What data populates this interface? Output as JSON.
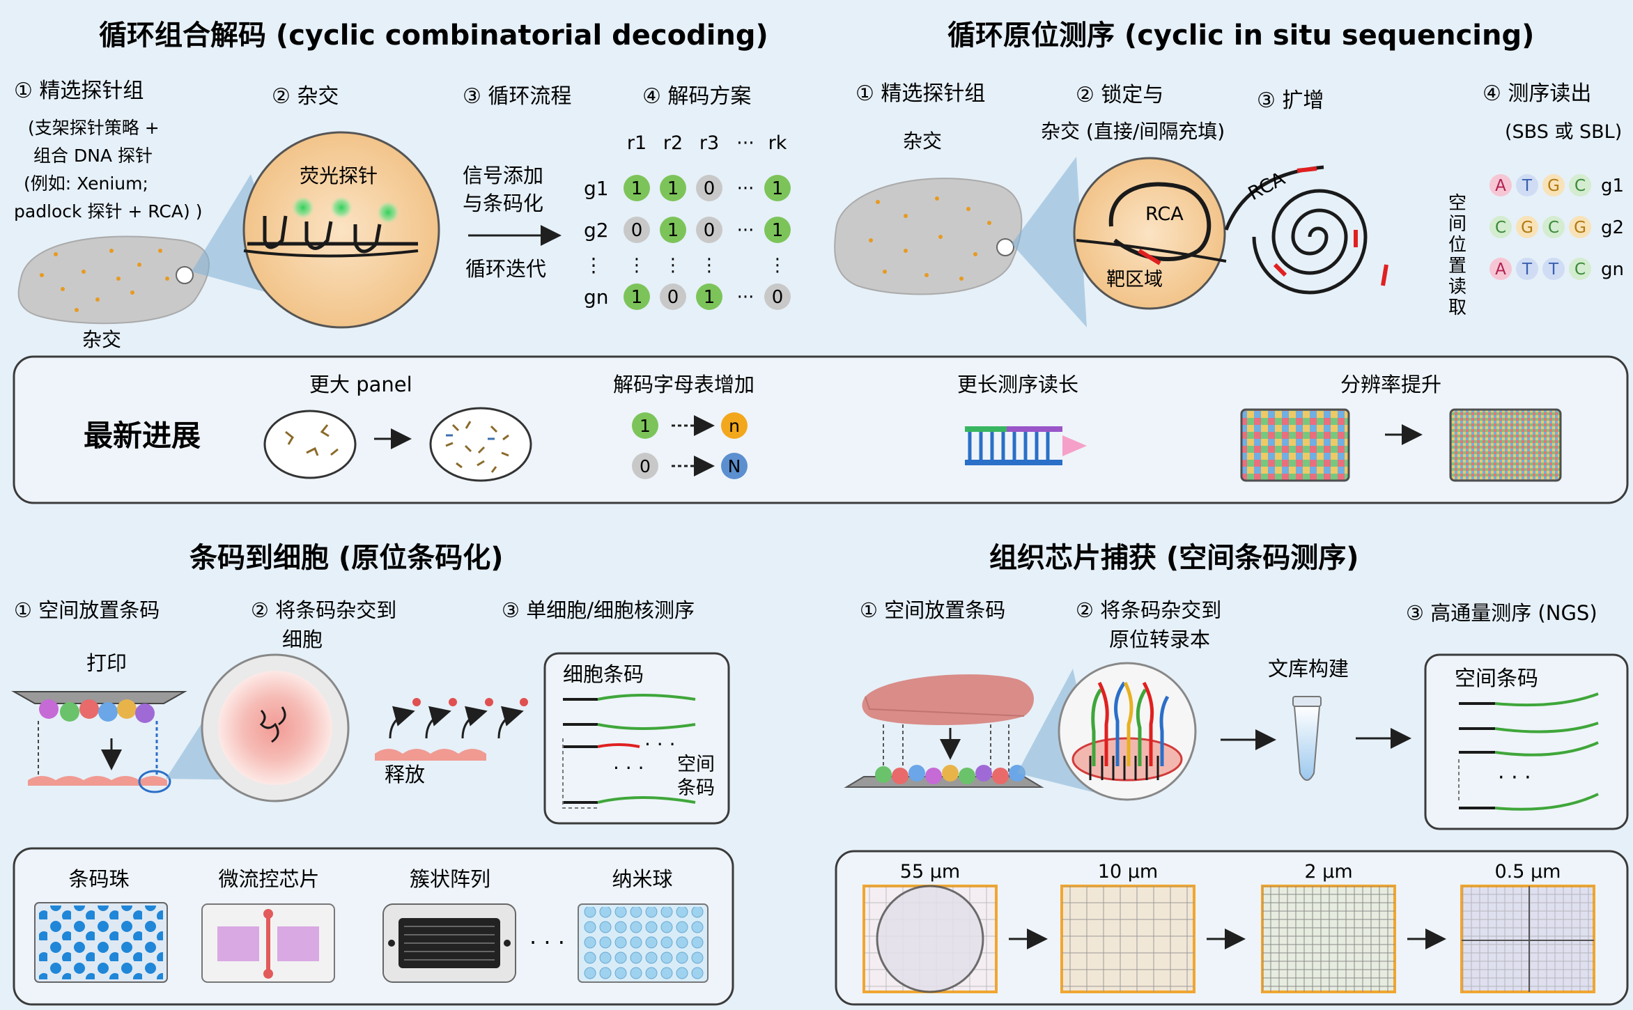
{
  "colors": {
    "background": "#e6f0f8",
    "panel_border": "#3b3b3b",
    "green_bit": "#7cc45a",
    "grey_bit": "#c8c8c8",
    "orange_bit": "#f3a71c",
    "blue_bit": "#5b8fd0",
    "cell_grey": "#c9c9c9",
    "bubble_fill": "#f7d3a6",
    "barcode_green": "#3fa63a",
    "barcode_red": "#e02020",
    "tissue_pink": "#d98c88"
  },
  "cyclic_decoding": {
    "title": "循环组合解码 (cyclic combinatorial decoding)",
    "steps": {
      "s1": "① 精选探针组",
      "s2": "② 杂交",
      "s3": "③ 循环流程",
      "s4": "④ 解码方案"
    },
    "strategy_lines": [
      "(支架探针策略 +",
      "组合 DNA 探针",
      "(例如: Xenium;",
      "padlock 探针 + RCA) )"
    ],
    "cell_label": "杂交",
    "probe_label": "荧光探针",
    "flow_text_1": "信号添加",
    "flow_text_2": "与条码化",
    "flow_text_3": "循环迭代",
    "matrix": {
      "cols": [
        "r1",
        "r2",
        "r3",
        "···",
        "rk"
      ],
      "rows": [
        {
          "label": "g1",
          "bits": [
            "1",
            "1",
            "0",
            "···",
            "1"
          ]
        },
        {
          "label": "g2",
          "bits": [
            "0",
            "1",
            "0",
            "···",
            "1"
          ]
        },
        {
          "label": "⋮",
          "bits": [
            "⋮",
            "⋮",
            "⋮",
            "",
            "⋮"
          ]
        },
        {
          "label": "gn",
          "bits": [
            "1",
            "0",
            "1",
            "···",
            "0"
          ]
        }
      ]
    }
  },
  "cyclic_sequencing": {
    "title": "循环原位测序 (cyclic in situ sequencing)",
    "steps": {
      "s1": "① 精选探针组",
      "s2": "② 锁定与",
      "s3": "③ 扩增",
      "s4": "④ 测序读出"
    },
    "hybrid_label": "杂交",
    "s2_sub": "杂交 (直接/间隔充填)",
    "rca_inner": "RCA",
    "target_label": "靶区域",
    "rca_spiral": "RCA",
    "readout_method": "(SBS 或 SBL)",
    "vertical_label": "空间位置读取",
    "reads": [
      {
        "bases": [
          "A",
          "T",
          "G",
          "C"
        ],
        "gene": "g1"
      },
      {
        "bases": [
          "C",
          "G",
          "C",
          "G"
        ],
        "gene": "g2"
      },
      {
        "bases": [
          "A",
          "T",
          "T",
          "C"
        ],
        "gene": "gn"
      }
    ]
  },
  "progress": {
    "title": "最新进展",
    "larger_panel": "更大 panel",
    "alphabet": "解码字母表增加",
    "alphabet_rows": [
      {
        "from": "1",
        "to": "n"
      },
      {
        "from": "0",
        "to": "N"
      }
    ],
    "longer_reads": "更长测序读长",
    "resolution": "分辨率提升"
  },
  "barcode_cell": {
    "title": "条码到细胞 (原位条码化)",
    "steps": {
      "s1": "① 空间放置条码",
      "s2a": "② 将条码杂交到",
      "s2b": "细胞",
      "s3": "③ 单细胞/细胞核测序"
    },
    "print_label": "打印",
    "release_label": "释放",
    "cell_barcode_label": "细胞条码",
    "spatial_barcode_1": "空间",
    "spatial_barcode_2": "条码",
    "dots": "· · ·",
    "platforms": [
      "条码珠",
      "微流控芯片",
      "簇状阵列",
      "纳米球"
    ],
    "platform_dots": "· · ·"
  },
  "tissue_capture": {
    "title": "组织芯片捕获 (空间条码测序)",
    "steps": {
      "s1": "① 空间放置条码",
      "s2a": "② 将条码杂交到",
      "s2b": "原位转录本",
      "s3": "③ 高通量测序 (NGS)"
    },
    "library_label": "文库构建",
    "spatial_barcode_label": "空间条码",
    "dots": "· · ·",
    "resolutions": [
      "55 μm",
      "10 μm",
      "2 μm",
      "0.5 μm"
    ]
  }
}
